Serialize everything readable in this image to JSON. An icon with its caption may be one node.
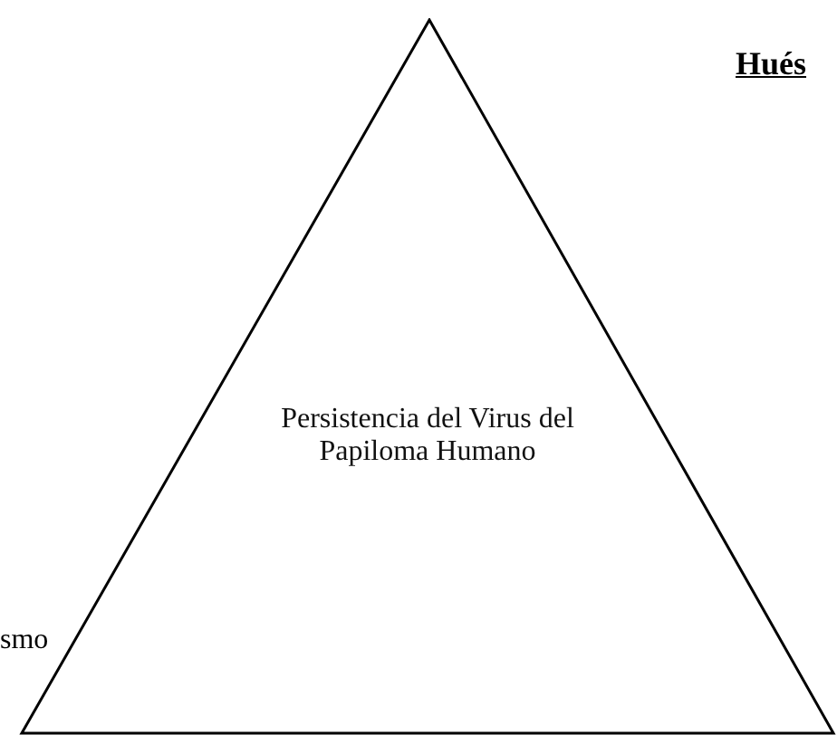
{
  "diagram": {
    "nodes": [
      {
        "text": [
          "Persistencia del Virus del Papiloma Humano"
        ]
      }
    ],
    "labels": [
      "Hués",
      "smo"
    ]
  }
}
